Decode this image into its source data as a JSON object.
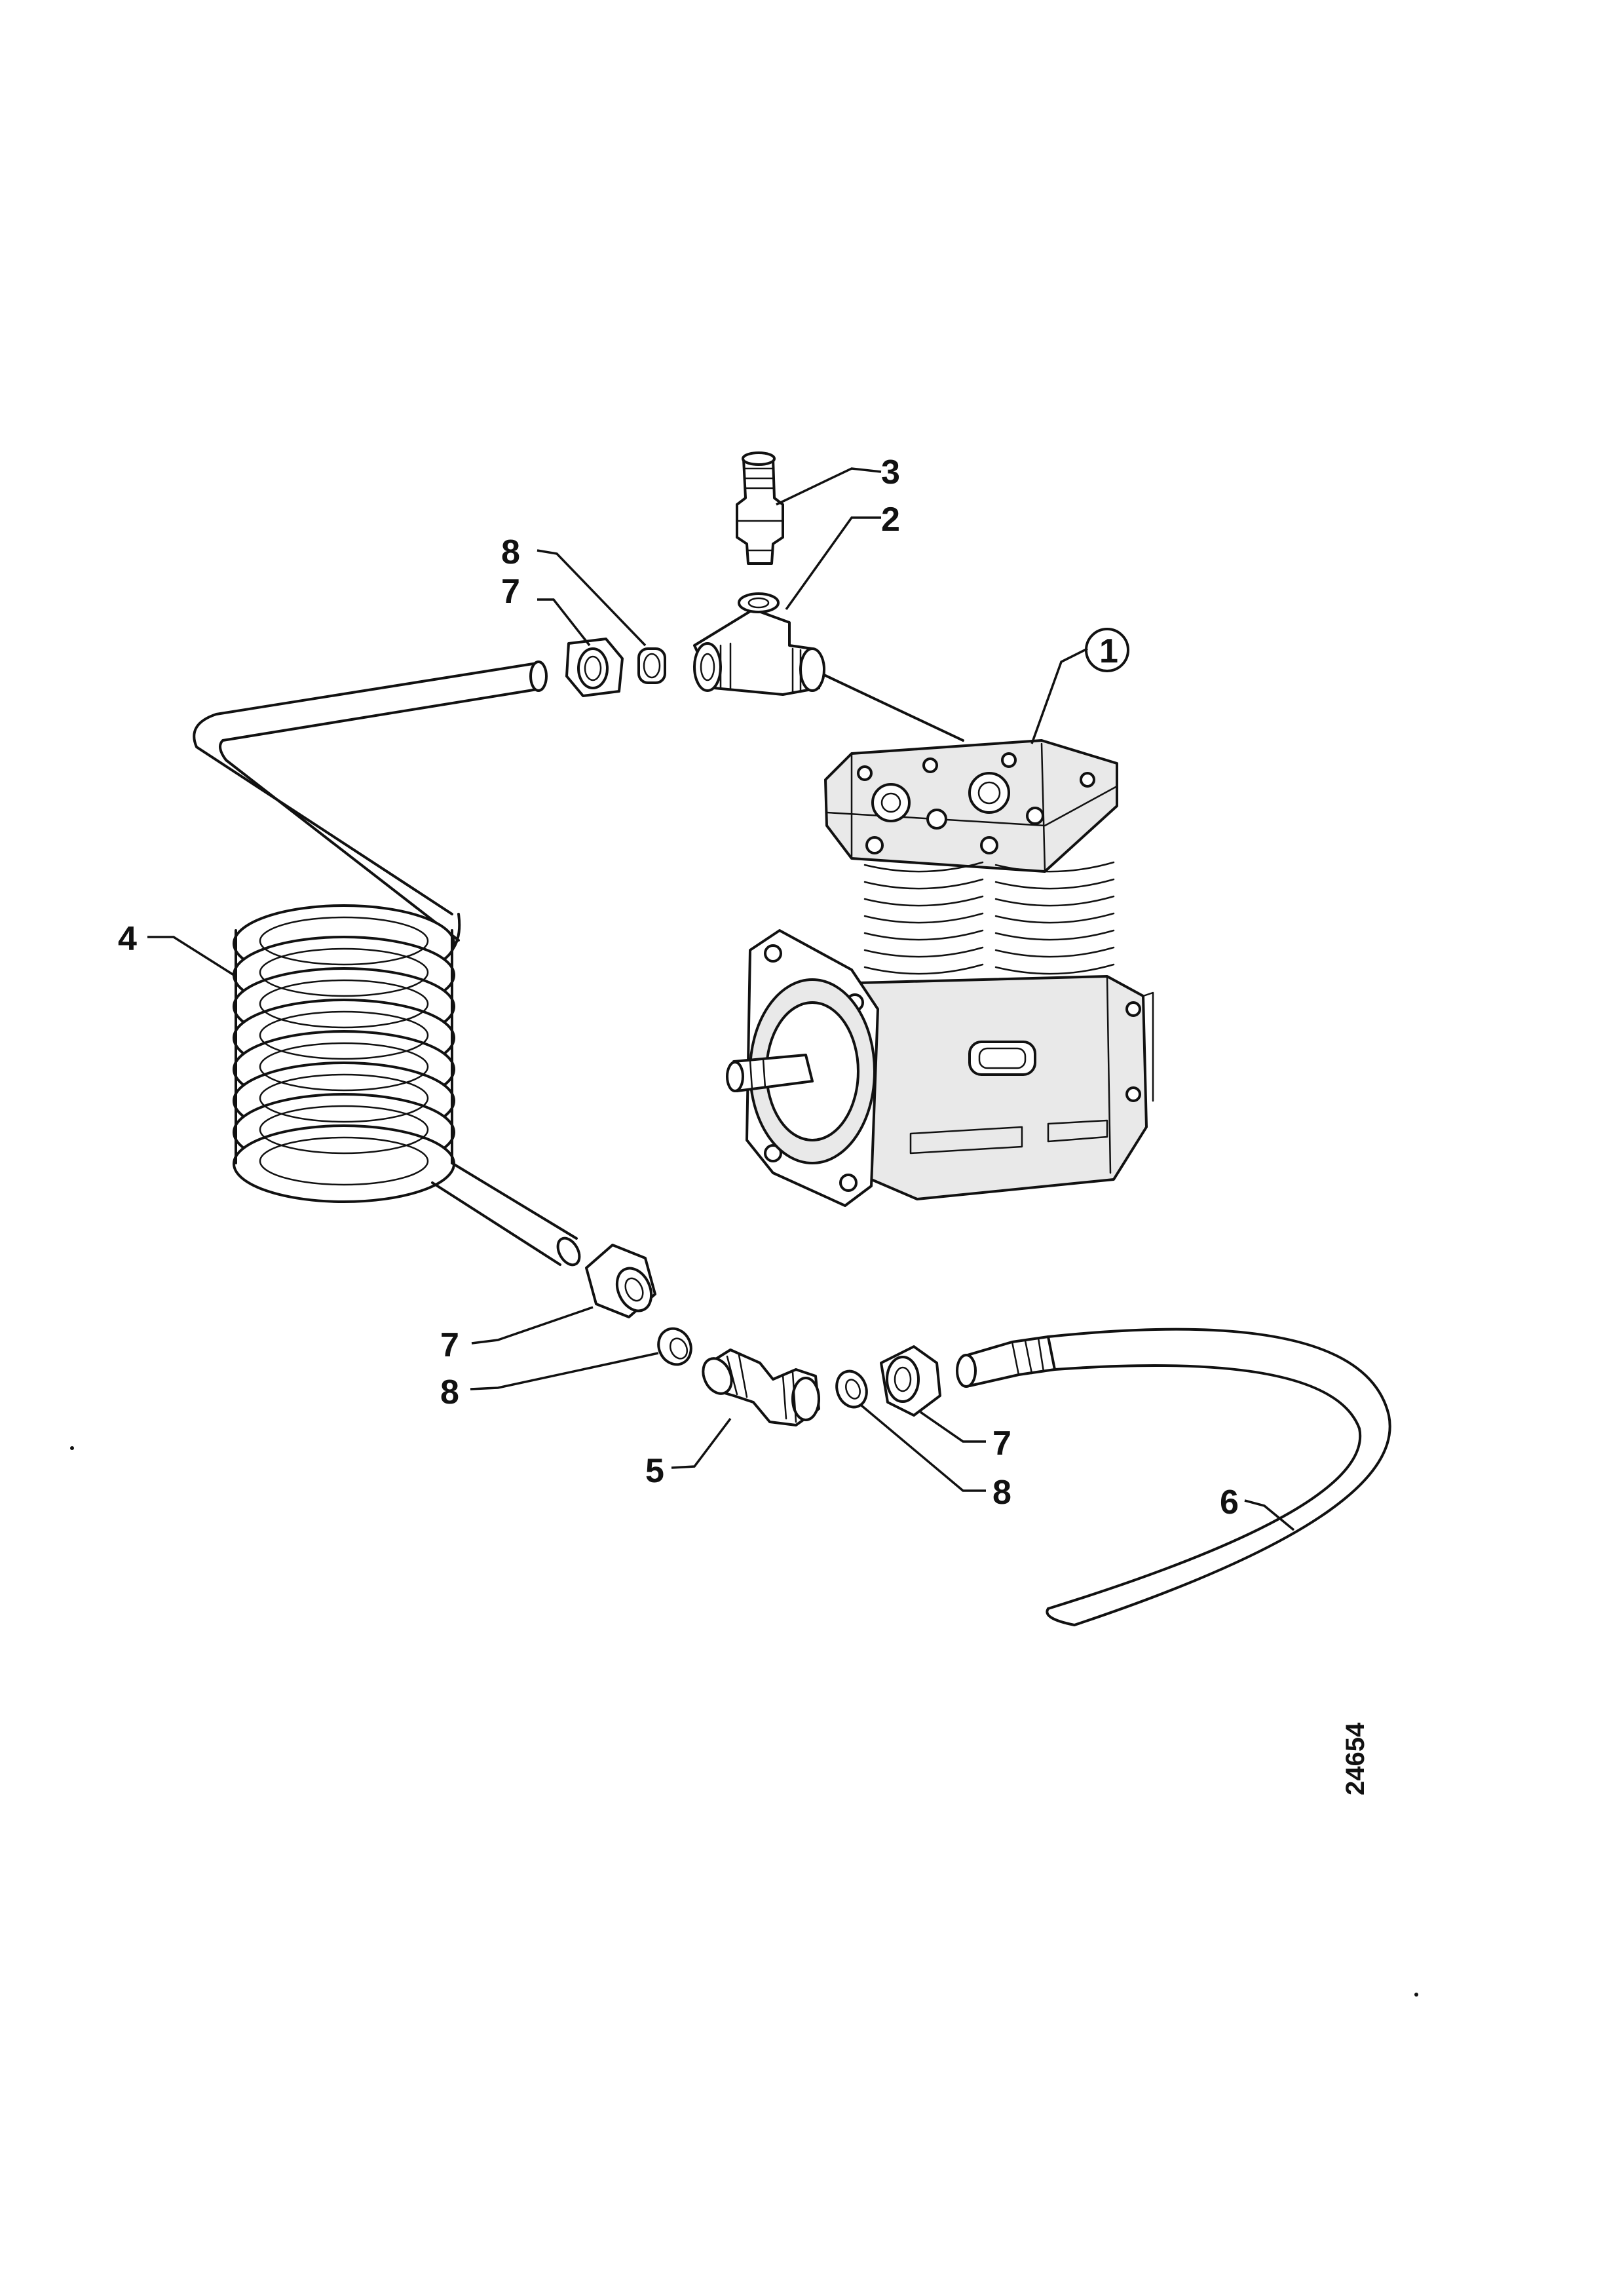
{
  "diagram": {
    "figure_number": "24654",
    "callouts": {
      "c1": "1",
      "c2": "2",
      "c3": "3",
      "c4": "4",
      "c5": "5",
      "c6": "6",
      "c7a": "7",
      "c7b": "7",
      "c7c": "7",
      "c8a": "8",
      "c8b": "8",
      "c8c": "8"
    },
    "colors": {
      "ink": "#111111",
      "paper": "#ffffff"
    }
  }
}
